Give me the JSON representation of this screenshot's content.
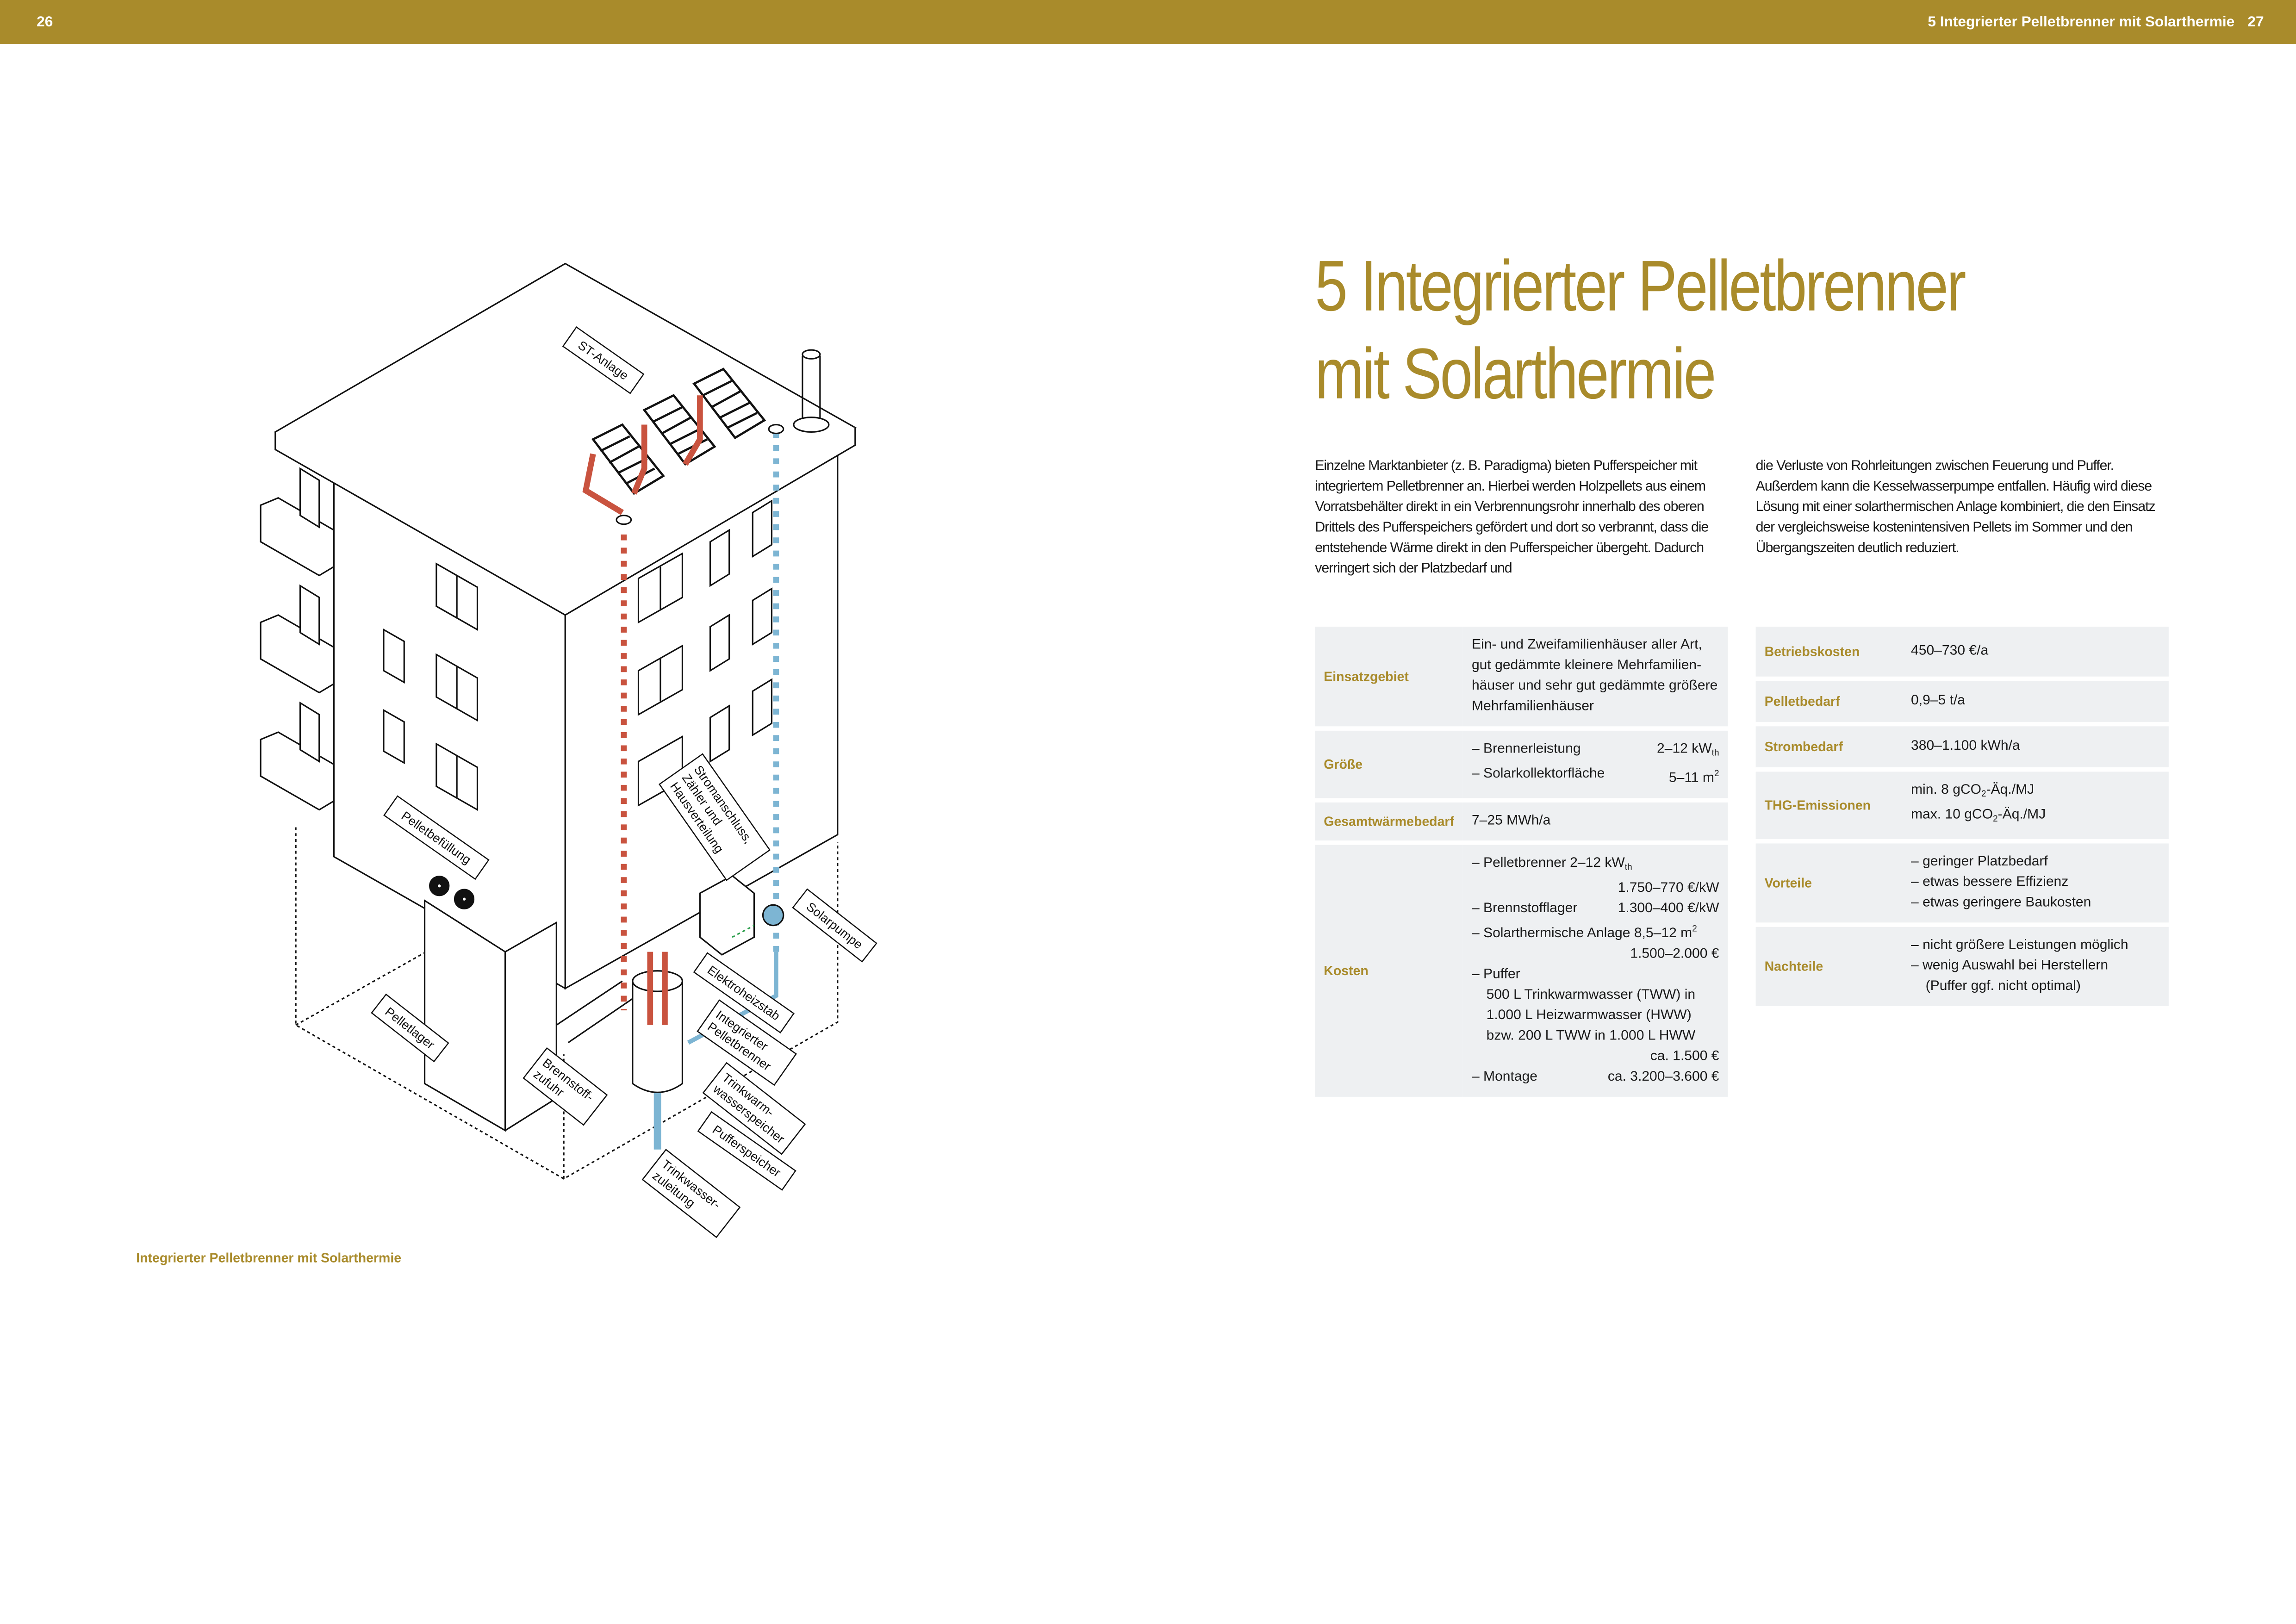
{
  "header": {
    "page_left": "26",
    "page_right": "27",
    "running_title": "5 Integrierter Pelletbrenner mit Solarthermie"
  },
  "title": {
    "line1": "5 Integrierter Pelletbrenner",
    "line2": "mit Solarthermie"
  },
  "body": {
    "col1": "Einzelne Marktanbieter (z. B. Paradigma) bieten Pufferspeicher mit integriertem Pelletbrenner an. Hierbei werden Holzpellets aus einem Vorratsbehälter direkt in ein Verbrennungsrohr inner­halb des oberen Drittels des Pufferspeichers gefördert und dort so verbrannt, dass die entstehende Wärme direkt in den Puffer­speicher übergeht. Dadurch verringert sich der Platzbedarf und",
    "col2": "die Verluste von Rohrleitungen zwischen Feuerung und Puffer. Außerdem kann die Kesselwasserpumpe entfallen. Häufig wird diese Lösung mit einer solarthermischen Anlage kombiniert, die den Einsatz der vergleichsweise kostenintensiven Pellets im Sommer und den Übergangszeiten deutlich reduziert."
  },
  "table_left": {
    "einsatz": {
      "label": "Einsatzgebiet",
      "value": "Ein- und Zweifamilienhäuser aller Art, gut gedämmte kleinere Mehrfamilien­häuser und sehr gut gedämmte größere Mehrfamilienhäuser"
    },
    "groesse": {
      "label": "Größe",
      "i1": "– Brennerleistung",
      "v1": "2–12 kW",
      "v1sub": "th",
      "i2": "– Solarkollektorfläche",
      "v2": "5–11 m",
      "v2sup": "2"
    },
    "gesamt": {
      "label": "Gesamtwärmebedarf",
      "value": "7–25 MWh/a"
    },
    "kosten": {
      "label": "Kosten",
      "l1": "– Pelletbrenner 2–12 kW",
      "l1sub": "th",
      "l2": "1.750–770 €/kW",
      "l3a": "– Brennstofflager",
      "l3b": "1.300–400 €/kW",
      "l4": "– Solarthermische Anlage 8,5–12 m",
      "l4sup": "2",
      "l5": "1.500–2.000 €",
      "l6": "– Puffer",
      "l7": "500 L Trinkwarmwasser (TWW) in",
      "l8": "1.000 L Heizwarmwasser (HWW)",
      "l9": "bzw. 200 L TWW in 1.000 L HWW",
      "l10": "ca. 1.500 €",
      "l11a": "– Montage",
      "l11b": "ca. 3.200–3.600 €"
    }
  },
  "table_right": {
    "betrieb": {
      "label": "Betriebskosten",
      "value": "450–730 €/a"
    },
    "pellet": {
      "label": "Pelletbedarf",
      "value": "0,9–5 t/a"
    },
    "strom": {
      "label": "Strombedarf",
      "value": "380–1.100 kWh/a"
    },
    "thg": {
      "label": "THG-Emissionen",
      "a1": "min. 8 gCO",
      "a2": "-Äq./MJ",
      "b1": "max. 10 gCO",
      "b2": "-Äq./MJ",
      "sub": "2"
    },
    "vorteile": {
      "label": "Vorteile",
      "items": [
        "– geringer Platzbedarf",
        "– etwas bessere Effizienz",
        "– etwas geringere Baukosten"
      ]
    },
    "nachteile": {
      "label": "Nachteile",
      "items": [
        "– nicht größere Leistungen möglich",
        "– wenig Auswahl bei Herstellern",
        "(Puffer ggf. nicht optimal)"
      ]
    }
  },
  "diagram": {
    "labels": {
      "st": "ST-Anlage",
      "befuellung": "Pelletbefüllung",
      "strom1": "Stromanschluss,",
      "strom2": "Zähler und",
      "strom3": "Hausverteilung",
      "solarpumpe": "Solarpumpe",
      "heizstab": "Elektroheizstab",
      "brenner1": "Integrierter",
      "brenner2": "Pelletbrenner",
      "tww1": "Trinkwarm-",
      "tww2": "wasserspeicher",
      "puffer": "Pufferspeicher",
      "zul1": "Trinkwasser-",
      "zul2": "zuleitung",
      "lager": "Pelletlager",
      "zufuhr1": "Brennstoff-",
      "zufuhr2": "zufuhr"
    },
    "caption": "Integrierter Pelletbrenner mit Solarthermie",
    "colors": {
      "hot": "#c9533f",
      "cold": "#7db5d3",
      "gold": "#a98b2b"
    }
  }
}
